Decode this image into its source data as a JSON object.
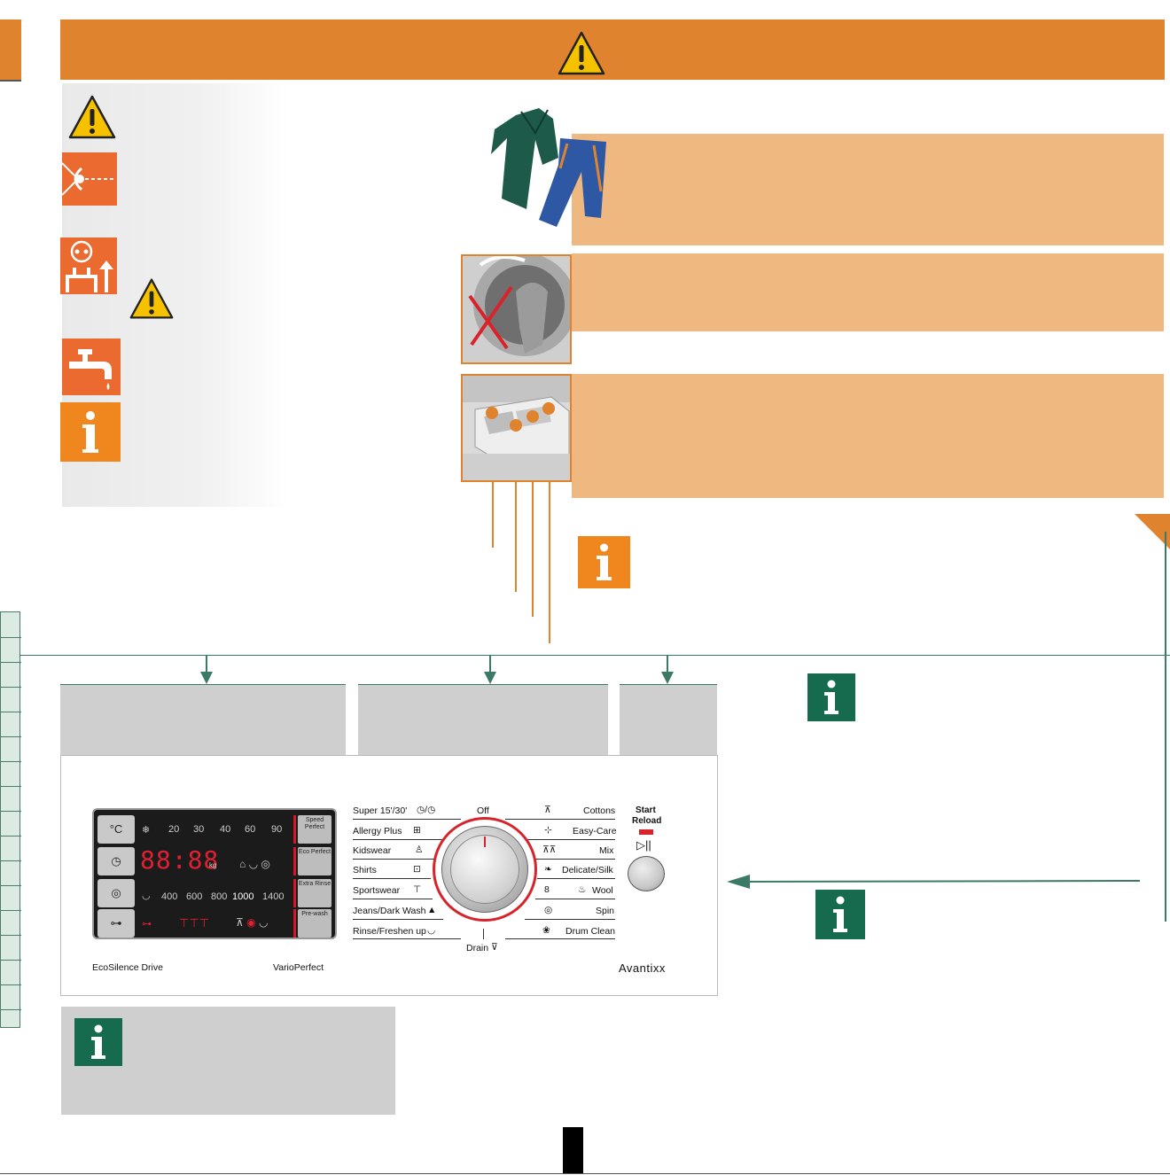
{
  "icons": {
    "warning": "warning-triangle-icon",
    "eye": "eye-protection-icon",
    "plug": "unplug-icon",
    "tap": "water-tap-icon",
    "info": "info-icon"
  },
  "colors": {
    "banner_orange": "#e0832e",
    "box_orange": "#efb881",
    "info_green": "#166b4e",
    "info_orange": "#f0861e",
    "rail_green": "#3b7a66",
    "dial_red": "#d8232a"
  },
  "display": {
    "temps": [
      "20",
      "30",
      "40",
      "60",
      "90"
    ],
    "digits": "88:88",
    "unit": "kg",
    "spin_speeds": [
      "400",
      "600",
      "800",
      "1000",
      "1400"
    ],
    "right_buttons": [
      {
        "label": "Speed Perfect"
      },
      {
        "label": "Eco Perfect"
      },
      {
        "label": "Extra Rinse"
      },
      {
        "label": "Pre-wash"
      }
    ],
    "left_buttons": [
      "°C",
      "◷",
      "◎",
      "⊶"
    ]
  },
  "programs_left": [
    {
      "label": "Super 15'/30'",
      "sym": "◷/◷"
    },
    {
      "label": "Allergy Plus",
      "sym": "⊞"
    },
    {
      "label": "Kidswear",
      "sym": "♙"
    },
    {
      "label": "Shirts",
      "sym": "⊡"
    },
    {
      "label": "Sportswear",
      "sym": "⊤"
    },
    {
      "label": "Jeans/Dark Wash",
      "sym": "▲"
    },
    {
      "label": "Rinse/Freshen up",
      "sym": "◡"
    }
  ],
  "programs_right": [
    {
      "label": "Cottons",
      "sym": "⊼"
    },
    {
      "label": "Easy-Care",
      "sym": "⊹"
    },
    {
      "label": "Mix",
      "sym": "⊼⊼"
    },
    {
      "label": "Delicate/Silk",
      "sym": "❧"
    },
    {
      "label": "Wool",
      "sym": "♨"
    },
    {
      "label": "Spin",
      "sym": "◎"
    },
    {
      "label": "Drum Clean",
      "sym": "❀"
    }
  ],
  "dial": {
    "top_label": "Off",
    "bottom_label": "Drain"
  },
  "start": {
    "line1": "Start",
    "line2": "Reload",
    "symbol": "▷||"
  },
  "brand": {
    "left": "EcoSilence Drive",
    "middle": "VarioPerfect",
    "right": "Avantixx"
  }
}
